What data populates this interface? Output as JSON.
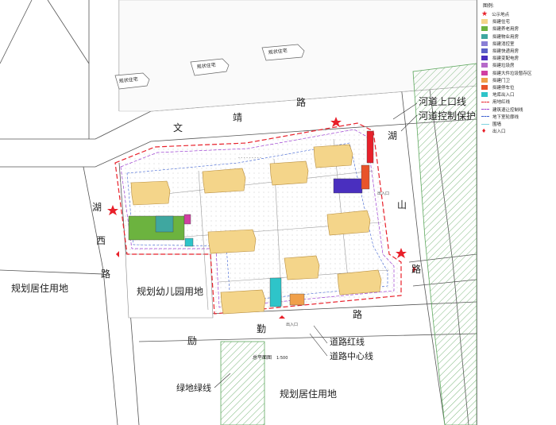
{
  "labels": {
    "planned_residential_top_a": "规状住宅",
    "planned_residential_top_b": "规状住宅",
    "planned_residential_top_c": "规状住宅",
    "road_wen": "文",
    "road_jing": "靖",
    "road_lu_top": "路",
    "road_hu_right": "湖",
    "road_shan_right": "山",
    "road_lu_right": "路",
    "road_hu_left": "湖",
    "road_xi_left": "西",
    "road_lu_left": "路",
    "road_lu_bottom": "路",
    "road_qin_bottom": "勤",
    "road_li_bottom": "励",
    "river_top_line": "河道上口线",
    "river_protect_line": "河道控制保护线",
    "planned_residential_left": "规划居住用地",
    "kindergarten_land": "规划幼儿园用地",
    "road_red_line": "道路红线",
    "road_center_line": "道路中心线",
    "green_line": "绿地绿线",
    "planned_residential_bottom": "规划居住用地",
    "site_plan_title": "总平面图",
    "scale": "1:500"
  },
  "legend": {
    "title": "图例:",
    "items": [
      {
        "label": "公示地点",
        "kind": "star",
        "color": "#e8202a"
      },
      {
        "label": "拟建住宅",
        "kind": "fill",
        "color": "#f4d58a"
      },
      {
        "label": "拟建养老用房",
        "kind": "fill",
        "color": "#6cb33f"
      },
      {
        "label": "拟建物业用房",
        "kind": "fill",
        "color": "#3fa7a0"
      },
      {
        "label": "拟建消控室",
        "kind": "fill",
        "color": "#8a7fd6"
      },
      {
        "label": "拟建快递用房",
        "kind": "fill",
        "color": "#5b5fc7"
      },
      {
        "label": "拟建变配电房",
        "kind": "fill",
        "color": "#4a2fbf"
      },
      {
        "label": "拟建垃圾房",
        "kind": "fill",
        "color": "#b569c9"
      },
      {
        "label": "拟建大件垃圾暂存区",
        "kind": "fill",
        "color": "#d13fa2"
      },
      {
        "label": "拟建门卫",
        "kind": "fill",
        "color": "#f0a04b"
      },
      {
        "label": "拟建停车位",
        "kind": "fill",
        "color": "#e8542a"
      },
      {
        "label": "地库出入口",
        "kind": "fill",
        "color": "#2ec4c9"
      },
      {
        "label": "用地红线",
        "kind": "line-red-dash",
        "color": "#e8202a"
      },
      {
        "label": "建筑退让控制线",
        "kind": "line-purple-dash",
        "color": "#9b3fd1"
      },
      {
        "label": "地下室轮廓线",
        "kind": "line-blue-dash",
        "color": "#3a5fd1"
      },
      {
        "label": "围墙",
        "kind": "line-cyan",
        "color": "#7fd3e0"
      },
      {
        "label": "出入口",
        "kind": "arrow",
        "color": "#e8202a"
      }
    ]
  },
  "colors": {
    "residential": "#f4d58a",
    "elderly": "#6cb33f",
    "property": "#3fa7a0",
    "power": "#4a2fbf",
    "parking": "#e8542a",
    "garage_entry": "#2ec4c9",
    "red_line": "#e8202a",
    "green_hatch": "#5fa85f"
  }
}
